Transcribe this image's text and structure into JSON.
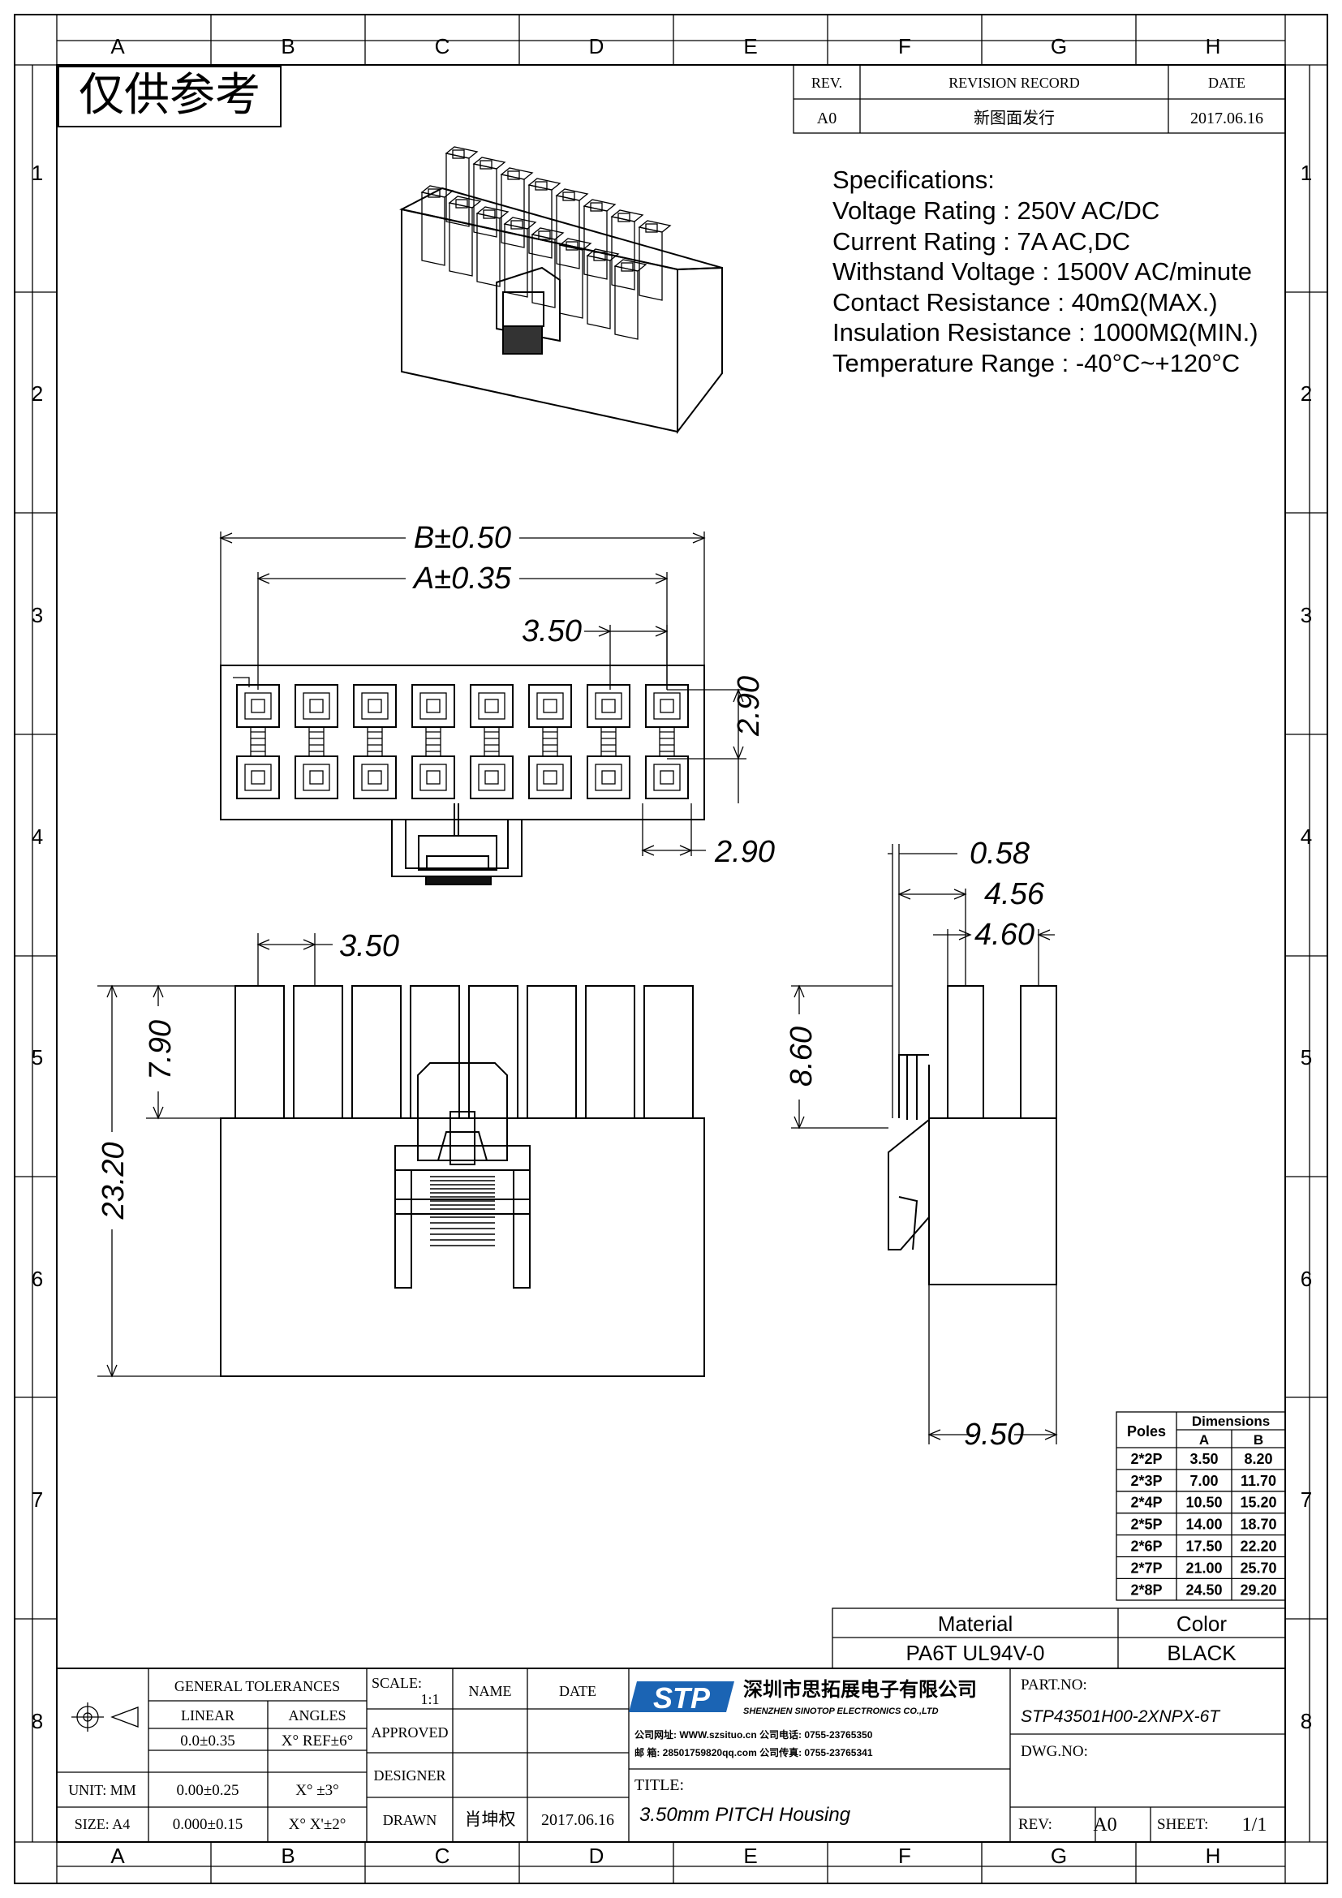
{
  "grid": {
    "columns": [
      "A",
      "B",
      "C",
      "D",
      "E",
      "F",
      "G",
      "H"
    ],
    "rows": [
      "1",
      "2",
      "3",
      "4",
      "5",
      "6",
      "7",
      "8"
    ]
  },
  "watermark_label": "仅供参考",
  "revision": {
    "headers": {
      "rev": "REV.",
      "record": "REVISION RECORD",
      "date": "DATE"
    },
    "rows": [
      {
        "rev": "A0",
        "record": "新图面发行",
        "date": "2017.06.16"
      }
    ]
  },
  "specifications": {
    "heading": "Specifications:",
    "lines": [
      "Voltage Rating : 250V AC/DC",
      "Current Rating : 7A AC,DC",
      "Withstand Voltage : 1500V AC/minute",
      "Contact Resistance : 40mΩ(MAX.)",
      "Insulation Resistance : 1000MΩ(MIN.)",
      "Temperature Range : -40°C~+120°C"
    ]
  },
  "dimensions": {
    "top_view": {
      "b": "B±0.50",
      "a": "A±0.35",
      "pitch": "3.50",
      "row_pitch": "2.90",
      "pin_width": "2.90"
    },
    "front_view": {
      "pitch": "3.50",
      "pin_height": "7.90",
      "height": "23.20"
    },
    "side_view": {
      "latch": "0.58",
      "d1": "4.56",
      "d2": "4.60",
      "height": "8.60",
      "depth": "9.50"
    }
  },
  "pole_table": {
    "headers": {
      "poles": "Poles",
      "dimensions": "Dimensions",
      "a": "A",
      "b": "B"
    },
    "rows": [
      {
        "poles": "2*2P",
        "a": "3.50",
        "b": "8.20"
      },
      {
        "poles": "2*3P",
        "a": "7.00",
        "b": "11.70"
      },
      {
        "poles": "2*4P",
        "a": "10.50",
        "b": "15.20"
      },
      {
        "poles": "2*5P",
        "a": "14.00",
        "b": "18.70"
      },
      {
        "poles": "2*6P",
        "a": "17.50",
        "b": "22.20"
      },
      {
        "poles": "2*7P",
        "a": "21.00",
        "b": "25.70"
      },
      {
        "poles": "2*8P",
        "a": "24.50",
        "b": "29.20"
      }
    ]
  },
  "material": {
    "material_label": "Material",
    "color_label": "Color",
    "material": "PA6T UL94V-0",
    "color": "BLACK"
  },
  "title_block": {
    "general_tolerances": "GENERAL TOLERANCES",
    "linear": "LINEAR",
    "angles": "ANGLES",
    "tol_rows": [
      {
        "linear": "0.0±0.35",
        "angle": "X° REF±6°"
      },
      {
        "linear": "0.00±0.25",
        "angle": "X° ±3°"
      },
      {
        "linear": "0.000±0.15",
        "angle": "X° X'±2°"
      }
    ],
    "unit": "UNIT: MM",
    "size": "SIZE: A4",
    "scale_label": "SCALE:",
    "scale_value": "1:1",
    "name_label": "NAME",
    "date_label": "DATE",
    "approved_label": "APPROVED",
    "designer_label": "DESIGNER",
    "drawn_label": "DRAWN",
    "drawn_name": "肖坤权",
    "drawn_date": "2017.06.16",
    "logo": "STP",
    "company_cn": "深圳市思拓展电子有限公司",
    "company_en": "SHENZHEN SINOTOP ELECTRONICS CO.,LTD",
    "contact_lines": [
      "公司网址: WWW.szsituo.cn    公司电话: 0755-23765350",
      "邮    箱: 28501759820qq.com    公司传真: 0755-23765341"
    ],
    "part_no_label": "PART.NO:",
    "part_no": "STP43501H00-2XNPX-6T",
    "dwg_no_label": "DWG.NO:",
    "title_label": "TITLE:",
    "title": "3.50mm PITCH Housing",
    "rev_label": "REV:",
    "rev": "A0",
    "sheet_label": "SHEET:",
    "sheet": "1/1"
  }
}
